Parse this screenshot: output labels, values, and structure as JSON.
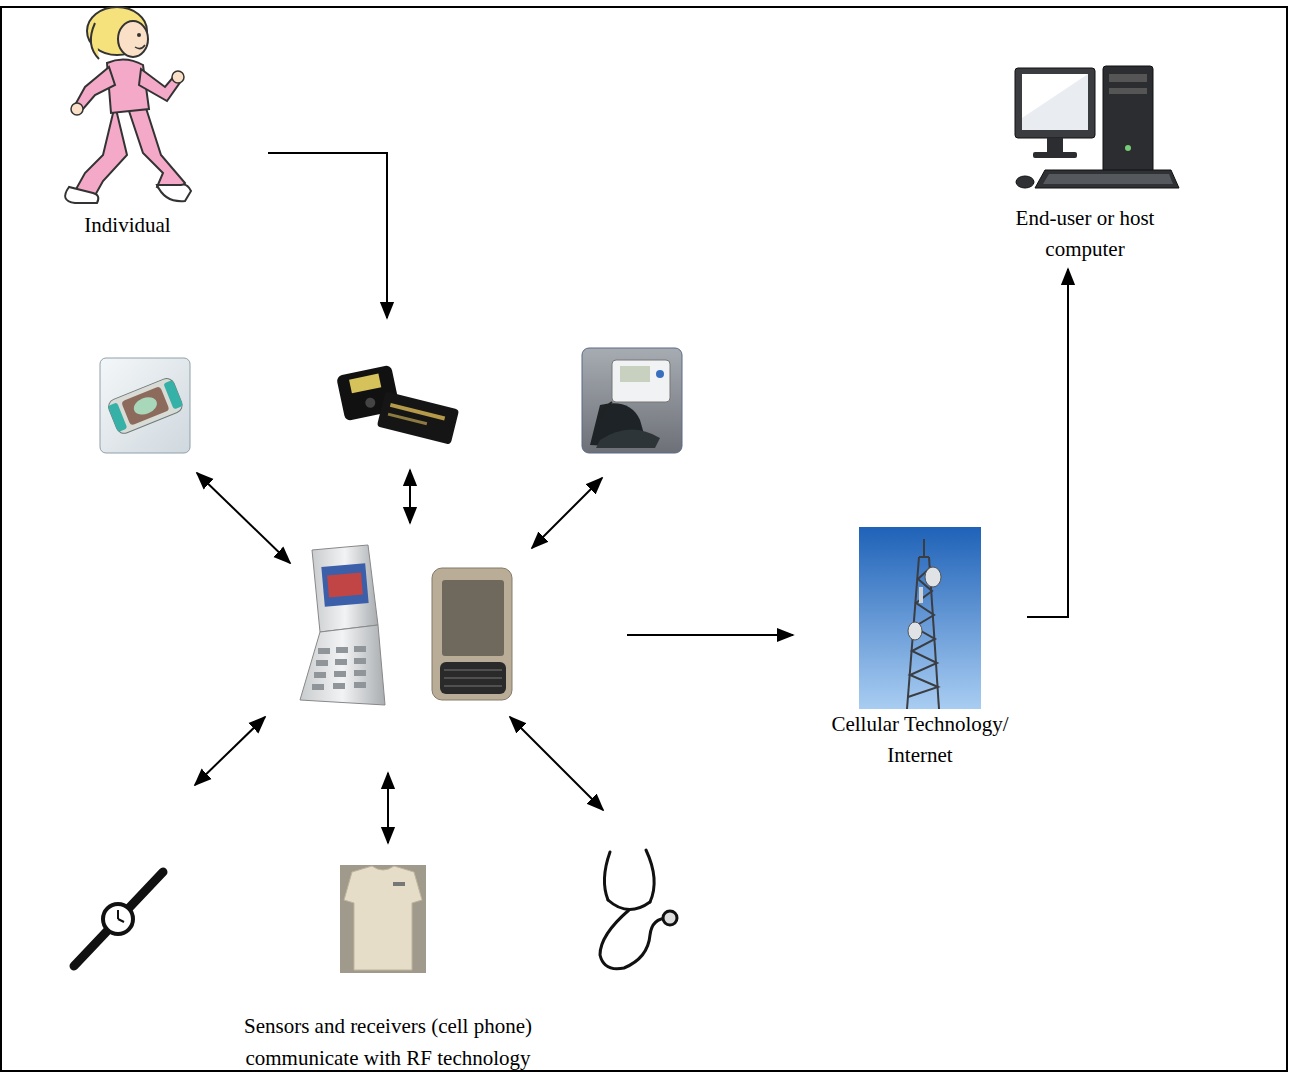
{
  "diagram": {
    "nodes": [
      {
        "text": [
          "Individual"
        ]
      },
      {
        "text": [
          "End-user or host computer"
        ]
      },
      {
        "text": [
          "Cellular Technology/ Internet"
        ]
      }
    ],
    "edges": [
      {
        "from": 2,
        "to": 1,
        "arrow": "to"
      }
    ],
    "labels": [
      "Sensors and receivers (cell phone) communicate with RF technology"
    ]
  }
}
